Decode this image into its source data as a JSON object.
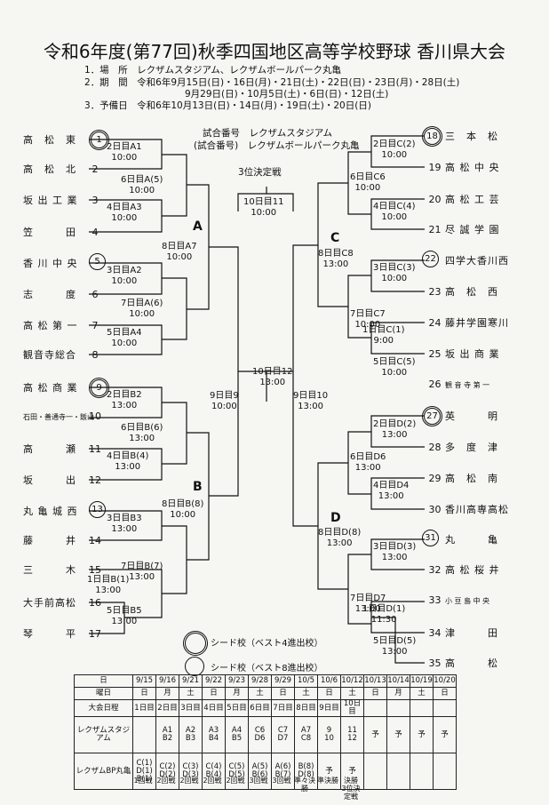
{
  "title": "令和6年度(第77回)秋季四国地区高等学校野球 香川県大会",
  "info": {
    "line1": "1．場　所　レクザムスタジアム、レクザムボールパーク丸亀",
    "line2": "2．期　間　令和6年9月15日(日)・16日(月)・21日(土)・22日(日)・23日(月)・28日(土)",
    "line3": "9月29日(日)・10月5日(土)・6日(日)・12日(土)",
    "line4": "3．予備日　令和6年10月13日(日)・14日(月)・19日(土)・20日(日)",
    "venue_label_a": "試合番号　レクザムスタジアム",
    "venue_label_b": "(試合番号)　レクザムボールパーク丸亀",
    "third_place": "3位決定戦"
  },
  "teams_left": [
    {
      "name": "高　松　東",
      "seed": "1",
      "seed_type": "best4"
    },
    {
      "name": "高　松　北",
      "seed": "2"
    },
    {
      "name": "坂 出 工 業",
      "seed": "3"
    },
    {
      "name": "笠　　　田",
      "seed": "4"
    },
    {
      "name": "香 川 中 央",
      "seed": "5",
      "seed_type": "best8"
    },
    {
      "name": "志　　　度",
      "seed": "6"
    },
    {
      "name": "高 松 第 一",
      "seed": "7"
    },
    {
      "name": "観音寺総合",
      "seed": "8"
    },
    {
      "name": "高 松 商 業",
      "seed": "9",
      "seed_type": "best4"
    },
    {
      "name": "石田・善通寺一・飯山",
      "seed": "10"
    },
    {
      "name": "高　　　瀬",
      "seed": "11"
    },
    {
      "name": "坂　　　出",
      "seed": "12"
    },
    {
      "name": "丸 亀 城 西",
      "seed": "13",
      "seed_type": "best8"
    },
    {
      "name": "藤　　　井",
      "seed": "14"
    },
    {
      "name": "三　　　木",
      "seed": "15"
    },
    {
      "name": "大手前高松",
      "seed": "16"
    },
    {
      "name": "琴　　　平",
      "seed": "17"
    }
  ],
  "teams_right": [
    {
      "name": "三　本　松",
      "seed": "18",
      "seed_type": "best4"
    },
    {
      "name": "高 松 中 央",
      "seed": "19"
    },
    {
      "name": "高 松 工 芸",
      "seed": "20"
    },
    {
      "name": "尽 誠 学 園",
      "seed": "21"
    },
    {
      "name": "四学大香川西",
      "seed": "22",
      "seed_type": "best8"
    },
    {
      "name": "高　松　西",
      "seed": "23"
    },
    {
      "name": "藤井学園寒川",
      "seed": "24"
    },
    {
      "name": "坂 出 商 業",
      "seed": "25"
    },
    {
      "name": "観 音 寺 第 一",
      "seed": "26"
    },
    {
      "name": "英　　　明",
      "seed": "27",
      "seed_type": "best4"
    },
    {
      "name": "多　度　津",
      "seed": "28"
    },
    {
      "name": "高　松　南",
      "seed": "29"
    },
    {
      "name": "香川高専高松",
      "seed": "30"
    },
    {
      "name": "丸　　　亀",
      "seed": "31",
      "seed_type": "best8"
    },
    {
      "name": "高 松 桜 井",
      "seed": "32"
    },
    {
      "name": "小 豆 島 中 央",
      "seed": "33"
    },
    {
      "name": "津　　　田",
      "seed": "34"
    },
    {
      "name": "高　　　松",
      "seed": "35"
    }
  ],
  "blocks": {
    "a": "A",
    "b": "B",
    "c": "C",
    "d": "D"
  },
  "games": {
    "A1": {
      "label": "2日目A1",
      "time": "10:00"
    },
    "A3": {
      "label": "4日目A3",
      "time": "10:00"
    },
    "A5": {
      "label": "6日目A(5)",
      "time": "10:00"
    },
    "A2": {
      "label": "3日目A2",
      "time": "10:00"
    },
    "A4": {
      "label": "5日目A4",
      "time": "10:00"
    },
    "A6": {
      "label": "7日目A(6)",
      "time": "10:00"
    },
    "A7": {
      "label": "8日目A7",
      "time": "10:00"
    },
    "B2": {
      "label": "2日目B2",
      "time": "13:00"
    },
    "B4": {
      "label": "4日目B(4)",
      "time": "13:00"
    },
    "B6": {
      "label": "6日目B(6)",
      "time": "13:00"
    },
    "B3": {
      "label": "3日目B3",
      "time": "13:00"
    },
    "B1": {
      "label": "1日目B(1)",
      "time": "13:00"
    },
    "B5": {
      "label": "5日目B5",
      "time": "13:00"
    },
    "B7": {
      "label": "7日目B(7)",
      "time": "13:00"
    },
    "B8": {
      "label": "8日目B(8)",
      "time": "10:00"
    },
    "C2": {
      "label": "2日目C(2)",
      "time": "10:00"
    },
    "C4": {
      "label": "4日目C(4)",
      "time": "10:00"
    },
    "C6": {
      "label": "6日目C6",
      "time": "10:00"
    },
    "C3": {
      "label": "3日目C(3)",
      "time": "10:00"
    },
    "C1": {
      "label": "1日目C(1)",
      "time": "9:00"
    },
    "C5": {
      "label": "5日目C(5)",
      "time": "10:00"
    },
    "C7": {
      "label": "7日目C7",
      "time": "10:00"
    },
    "C8": {
      "label": "8日目C8",
      "time": "13:00"
    },
    "D2": {
      "label": "2日目D(2)",
      "time": "13:00"
    },
    "D4": {
      "label": "4日目D4",
      "time": "13:00"
    },
    "D6": {
      "label": "6日目D6",
      "time": "13:00"
    },
    "D3": {
      "label": "3日目D(3)",
      "time": "13:00"
    },
    "D1": {
      "label": "1日目D(1)",
      "time": "11:30"
    },
    "D5": {
      "label": "5日目D(5)",
      "time": "13:00"
    },
    "D7": {
      "label": "7日目D7",
      "time": "13:00"
    },
    "D8": {
      "label": "8日目D(8)",
      "time": "13:00"
    },
    "SF9": {
      "label": "9日目9",
      "time": "10:00"
    },
    "SF10": {
      "label": "9日目10",
      "time": "13:00"
    },
    "F12": {
      "label": "10日目12",
      "time": "13:00"
    },
    "TP11": {
      "label": "10日目11",
      "time": "10:00"
    }
  },
  "legend": {
    "best4": "シード校（ベスト4進出校）",
    "best8": "シード校（ベスト8進出校）"
  },
  "schedule": {
    "row_date_label": "日",
    "row_dow_label": "曜日",
    "row_day_label": "大会日程",
    "row_stadium_label": "レクザムスタジアム",
    "row_bp_label": "レクザムBP丸亀",
    "dates": [
      "9/15",
      "9/16",
      "9/21",
      "9/22",
      "9/23",
      "9/28",
      "9/29",
      "10/5",
      "10/6",
      "10/12",
      "10/13",
      "10/14",
      "10/19",
      "10/20"
    ],
    "dows": [
      "日",
      "月",
      "土",
      "日",
      "月",
      "土",
      "日",
      "土",
      "日",
      "土",
      "日",
      "月",
      "土",
      "日"
    ],
    "days": [
      "1日目",
      "2日目",
      "3日目",
      "4日目",
      "5日目",
      "6日目",
      "7日目",
      "8日目",
      "9日目",
      "10日目",
      "",
      "",
      "",
      ""
    ],
    "stadium": [
      "",
      "A1\nB2",
      "A2\nB3",
      "A3\nB4",
      "A4\nB5",
      "C6\nD6",
      "C7\nD7",
      "A7\nC8",
      "9\n10",
      "11\n12",
      "予",
      "予",
      "予",
      "予"
    ],
    "bp": [
      "C(1)\nD(1)\nB(1)",
      "C(2)\nD(2)",
      "C(3)\nD(3)",
      "C(4)\nB(4)",
      "C(5)\nD(5)",
      "A(5)\nB(6)",
      "A(6)\nB(7)",
      "B(8)\nD(8)",
      "予",
      "予",
      "",
      "",
      "",
      ""
    ],
    "rounds": [
      "1回戦",
      "2回戦",
      "2回戦",
      "2回戦",
      "2回戦",
      "3回戦",
      "3回戦",
      "準々決勝",
      "準決勝",
      "決勝\n3位決定戦"
    ]
  }
}
